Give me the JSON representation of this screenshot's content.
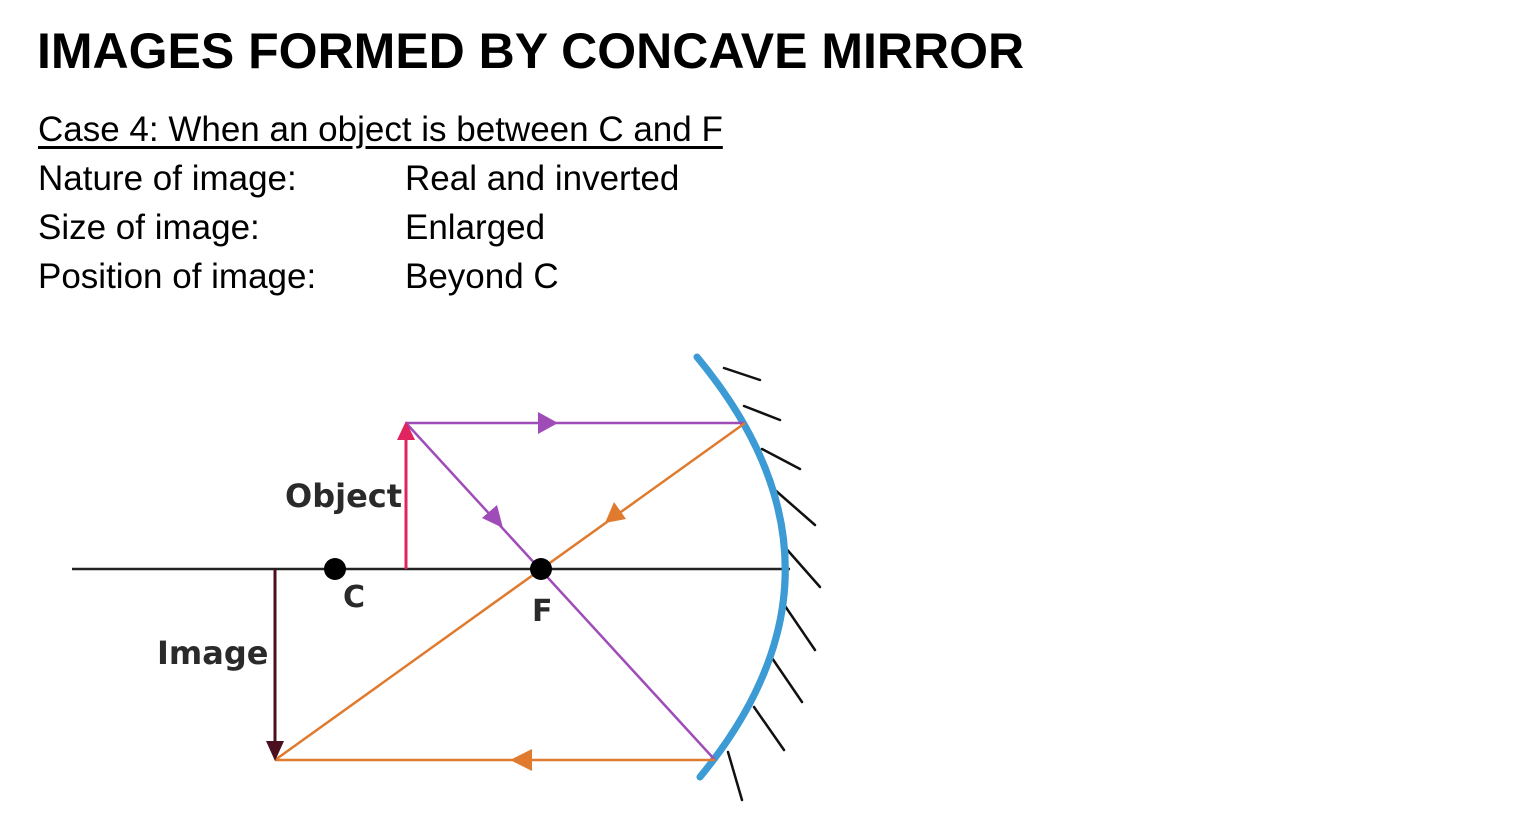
{
  "title": "IMAGES FORMED BY CONCAVE MIRROR",
  "case_heading": "Case 4: When an object is between C and F",
  "properties": [
    {
      "label": "Nature of image:",
      "value": "Real and inverted"
    },
    {
      "label": "Size of image:",
      "value": "Enlarged"
    },
    {
      "label": "Position of image:",
      "value": "Beyond C"
    }
  ],
  "diagram": {
    "labels": {
      "object": "Object",
      "image": "Image",
      "center_of_curvature": "C",
      "focus": "F"
    },
    "colors": {
      "mirror": "#3c9ad4",
      "principal_axis": "#222222",
      "object_arrow": "#e0245e",
      "image_arrow": "#4a1020",
      "ray_purple": "#a04cb8",
      "ray_orange": "#e07a2e",
      "points": "#000000"
    }
  }
}
